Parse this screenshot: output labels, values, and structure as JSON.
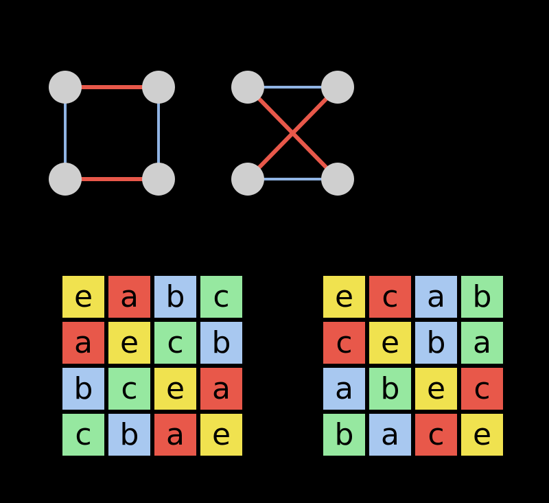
{
  "palette": {
    "background": "#000000",
    "node": "#CFCFCF",
    "edge_red": "#E8584A",
    "edge_blue": "#90B4E4",
    "cell_text": "#000000",
    "yellow": "#F0E24F",
    "red": "#E8584A",
    "blue": "#A8C8F0",
    "green": "#96E8A0"
  },
  "tables": {
    "left": {
      "rows": [
        [
          {
            "letter": "e",
            "color": "yellow"
          },
          {
            "letter": "a",
            "color": "red"
          },
          {
            "letter": "b",
            "color": "blue"
          },
          {
            "letter": "c",
            "color": "green"
          }
        ],
        [
          {
            "letter": "a",
            "color": "red"
          },
          {
            "letter": "e",
            "color": "yellow"
          },
          {
            "letter": "c",
            "color": "green"
          },
          {
            "letter": "b",
            "color": "blue"
          }
        ],
        [
          {
            "letter": "b",
            "color": "blue"
          },
          {
            "letter": "c",
            "color": "green"
          },
          {
            "letter": "e",
            "color": "yellow"
          },
          {
            "letter": "a",
            "color": "red"
          }
        ],
        [
          {
            "letter": "c",
            "color": "green"
          },
          {
            "letter": "b",
            "color": "blue"
          },
          {
            "letter": "a",
            "color": "red"
          },
          {
            "letter": "e",
            "color": "yellow"
          }
        ]
      ]
    },
    "right": {
      "rows": [
        [
          {
            "letter": "e",
            "color": "yellow"
          },
          {
            "letter": "c",
            "color": "red"
          },
          {
            "letter": "a",
            "color": "blue"
          },
          {
            "letter": "b",
            "color": "green"
          }
        ],
        [
          {
            "letter": "c",
            "color": "red"
          },
          {
            "letter": "e",
            "color": "yellow"
          },
          {
            "letter": "b",
            "color": "blue"
          },
          {
            "letter": "a",
            "color": "green"
          }
        ],
        [
          {
            "letter": "a",
            "color": "blue"
          },
          {
            "letter": "b",
            "color": "green"
          },
          {
            "letter": "e",
            "color": "yellow"
          },
          {
            "letter": "c",
            "color": "red"
          }
        ],
        [
          {
            "letter": "b",
            "color": "green"
          },
          {
            "letter": "a",
            "color": "blue"
          },
          {
            "letter": "c",
            "color": "red"
          },
          {
            "letter": "e",
            "color": "yellow"
          }
        ]
      ]
    }
  }
}
